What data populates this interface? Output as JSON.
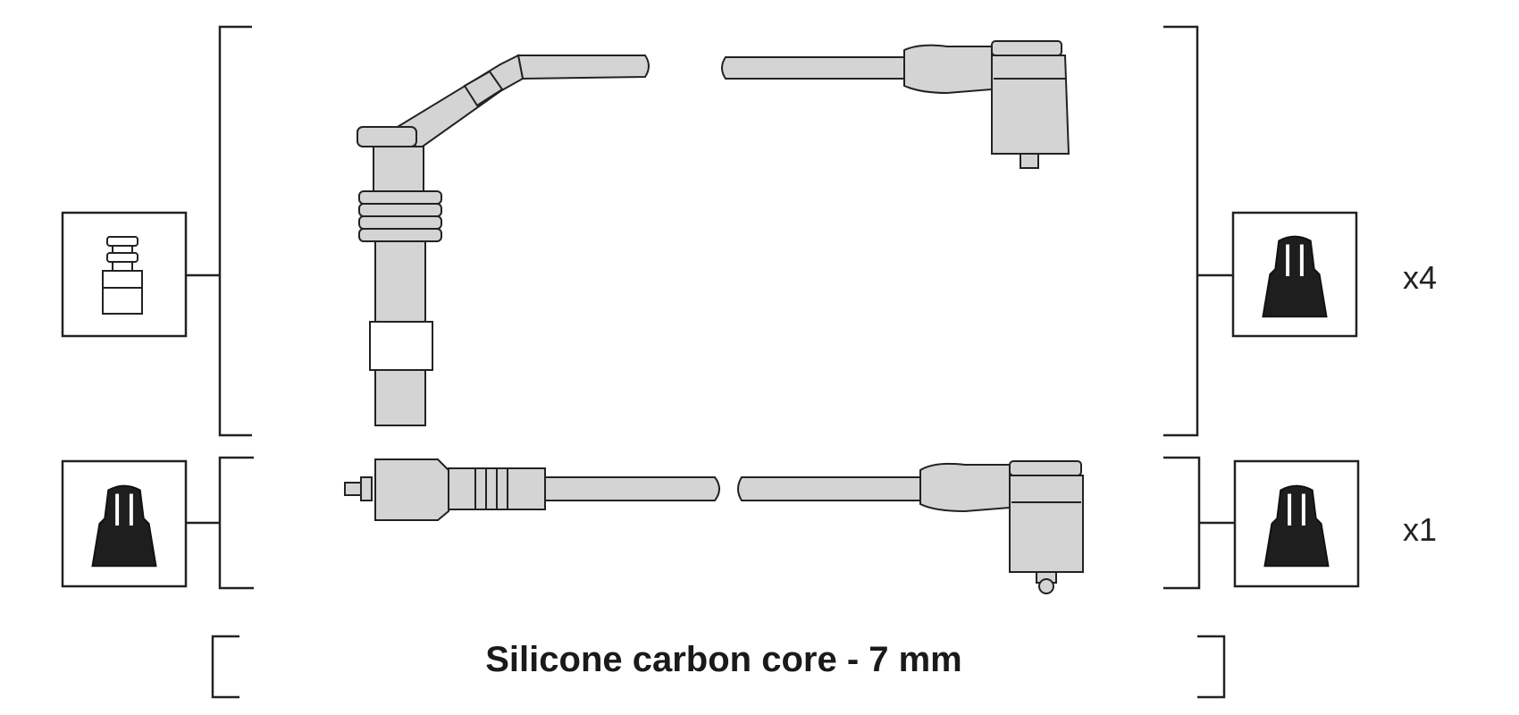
{
  "labels": {
    "quantity_top": "x4",
    "quantity_bottom": "x1",
    "caption": "Silicone carbon core - 7 mm"
  },
  "colors": {
    "line": "#222222",
    "part_fill": "#d4d4d4",
    "cap_fill": "#1e1e1e",
    "background": "#ffffff"
  },
  "icons": {
    "left_top": "spark-plug-terminal-icon",
    "right_top": "coil-boot-icon",
    "left_bottom": "coil-boot-icon",
    "right_bottom": "coil-boot-icon"
  }
}
